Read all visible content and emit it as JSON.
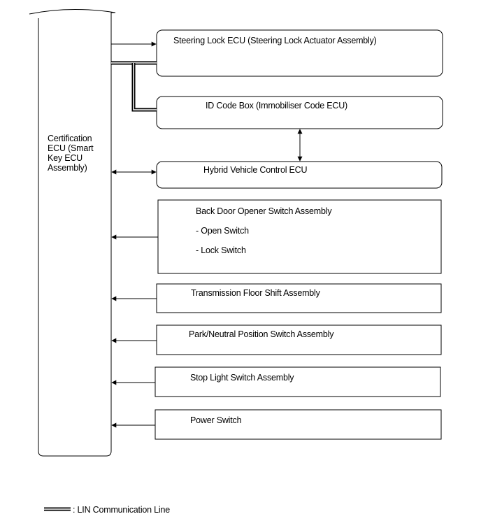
{
  "certification_ecu": {
    "label": "Certification ECU (Smart Key ECU Assembly)"
  },
  "components": {
    "steering_lock": "Steering Lock ECU (Steering Lock Actuator Assembly)",
    "id_code_box": "ID Code Box (Immobiliser Code ECU)",
    "hybrid_control": "Hybrid Vehicle Control ECU",
    "back_door": {
      "title": "Back Door Opener Switch Assembly",
      "items": [
        "- Open Switch",
        "- Lock Switch"
      ]
    },
    "transmission": "Transmission Floor Shift Assembly",
    "park_neutral": "Park/Neutral Position Switch Assembly",
    "stop_light": "Stop Light Switch Assembly",
    "power_switch": "Power Switch"
  },
  "legend": {
    "lin_label": ": LIN Communication Line"
  },
  "colors": {
    "line": "#000000",
    "background": "#ffffff"
  }
}
